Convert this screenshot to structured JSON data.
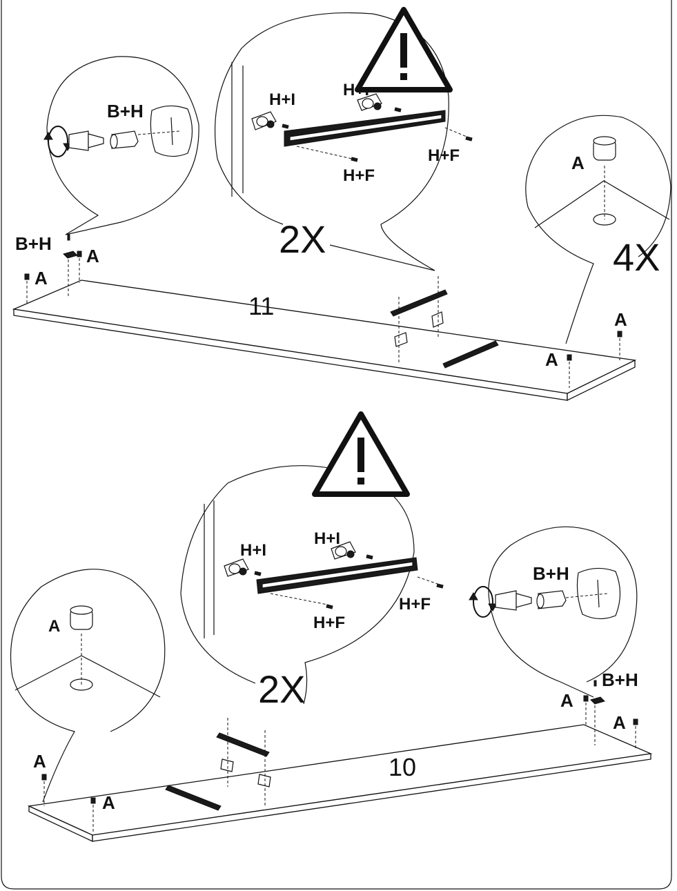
{
  "step_top": {
    "panel_number": "11",
    "left_bubble_label": "B+H",
    "middle_bubble_labels": {
      "hi_left": "H+I",
      "hi_right": "H+I",
      "hf_bottom": "H+F",
      "hf_right": "H+F"
    },
    "middle_multiplier": "2X",
    "right_bubble_label": "A",
    "right_multiplier": "4X",
    "panel_callouts": {
      "bh": "B+H",
      "a1": "A",
      "a2": "A",
      "a3": "A",
      "a4": "A"
    }
  },
  "step_bottom": {
    "panel_number": "10",
    "left_bubble_label": "A",
    "middle_bubble_labels": {
      "hi_left": "H+I",
      "hi_right": "H+I",
      "hf_bottom": "H+F",
      "hf_right": "H+F"
    },
    "middle_multiplier": "2X",
    "right_bubble_label": "B+H",
    "panel_callouts": {
      "a_left_top": "A",
      "a_left_bottom": "A",
      "a_right_1": "A",
      "a_right_2": "A",
      "bh": "B+H"
    }
  },
  "icons": {
    "warning": "warning-triangle-icon",
    "rotate": "rotate-arrow-icon",
    "cam_lock": "cam-lock-icon",
    "drawer_rail": "drawer-slide-rail-icon",
    "screw": "screw-icon"
  }
}
